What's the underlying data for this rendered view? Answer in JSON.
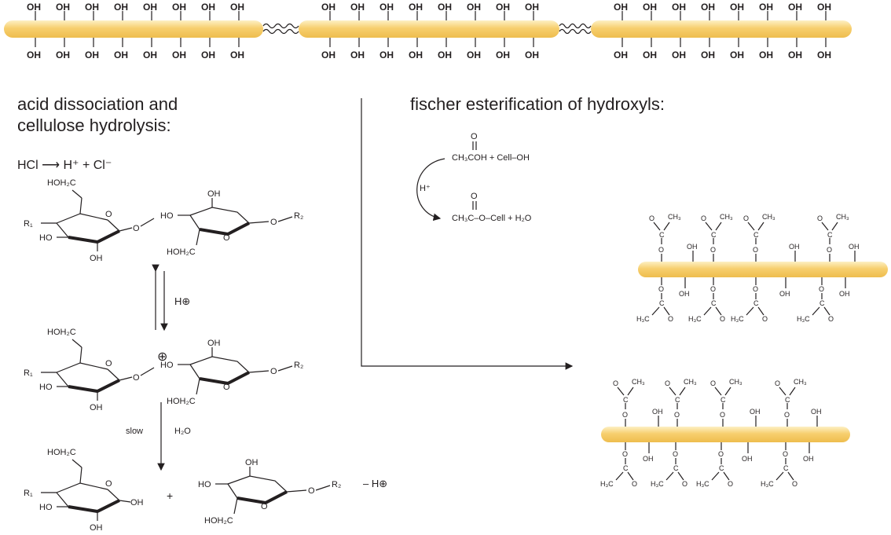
{
  "colors": {
    "rod": "#f7cf6e",
    "rod_light": "#fbe6a8",
    "ink": "#231f20"
  },
  "chain": {
    "label_oh": "OH"
  },
  "left": {
    "heading_line1": "acid dissociation and",
    "heading_line2": "cellulose hydrolysis:",
    "equation": "HCl ⟶ H⁺ + Cl⁻",
    "ring_labels": {
      "hoh2c": "HOH₂C",
      "ho": "HO",
      "oh": "OH",
      "o": "O",
      "r1": "R₁",
      "r2": "R₂"
    },
    "step1_label": "H⊕",
    "oxonium_label": "⊕",
    "step2_slow": "slow",
    "step2_water": "H₂O",
    "product_plus": "+",
    "product_minus_h": "– H⊕"
  },
  "right": {
    "heading": "fischer esterification of hydroxyls:",
    "reactant_line": "CH₃COH + Cell–OH",
    "product_line": "CH₃C–O–Cell + H₂O",
    "catalyst": "H⁺",
    "carbonyl_o": "O",
    "acetyl_labels": {
      "ch3": "CH₃",
      "h3c": "H₃C",
      "o": "O",
      "c": "C",
      "oh": "OH"
    }
  }
}
